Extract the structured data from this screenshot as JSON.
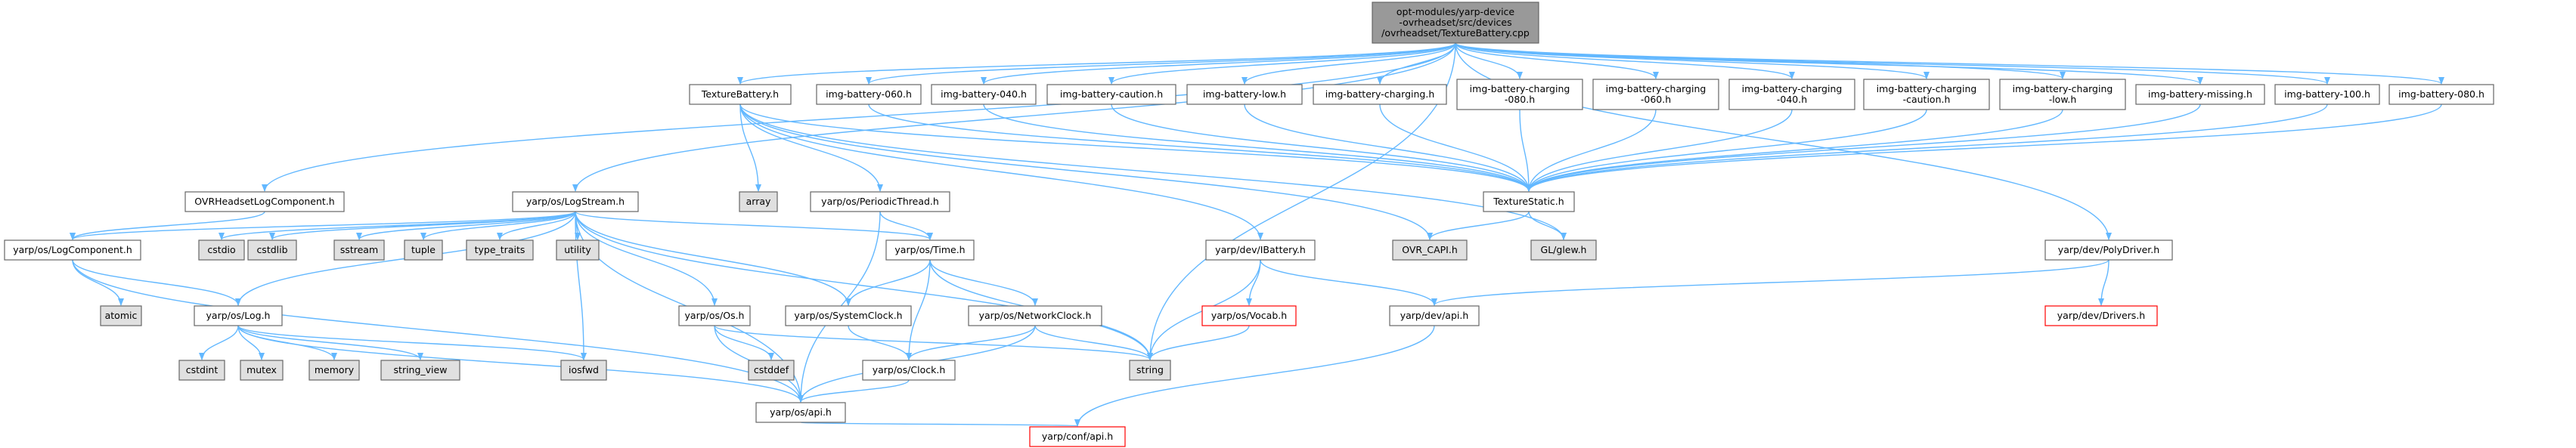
{
  "colors": {
    "edge": "#63b8ff",
    "node_border": "#666666",
    "root_fill": "#999999",
    "system_fill": "#e0e0e0",
    "missing_border": "#ff0000",
    "default_fill": "#ffffff"
  },
  "nodes": [
    {
      "id": "root",
      "lines": [
        "opt-modules/yarp-device",
        "-ovrheadset/src/devices",
        "/ovrheadset/TextureBattery.cpp"
      ],
      "kind": "root"
    },
    {
      "id": "ovrlog",
      "lines": [
        "OVRHeadsetLogComponent.h"
      ],
      "kind": "local"
    },
    {
      "id": "logstream",
      "lines": [
        "yarp/os/LogStream.h"
      ],
      "kind": "local"
    },
    {
      "id": "texbattery",
      "lines": [
        "TextureBattery.h"
      ],
      "kind": "local"
    },
    {
      "id": "img060",
      "lines": [
        "img-battery-060.h"
      ],
      "kind": "local"
    },
    {
      "id": "img040",
      "lines": [
        "img-battery-040.h"
      ],
      "kind": "local"
    },
    {
      "id": "imgcaution",
      "lines": [
        "img-battery-caution.h"
      ],
      "kind": "local"
    },
    {
      "id": "imglow",
      "lines": [
        "img-battery-low.h"
      ],
      "kind": "local"
    },
    {
      "id": "imgcharging",
      "lines": [
        "img-battery-charging.h"
      ],
      "kind": "local"
    },
    {
      "id": "imgch080",
      "lines": [
        "img-battery-charging",
        "-080.h"
      ],
      "kind": "local"
    },
    {
      "id": "imgch060",
      "lines": [
        "img-battery-charging",
        "-060.h"
      ],
      "kind": "local"
    },
    {
      "id": "imgch040",
      "lines": [
        "img-battery-charging",
        "-040.h"
      ],
      "kind": "local"
    },
    {
      "id": "imgchcaution",
      "lines": [
        "img-battery-charging",
        "-caution.h"
      ],
      "kind": "local"
    },
    {
      "id": "imgchlow",
      "lines": [
        "img-battery-charging",
        "-low.h"
      ],
      "kind": "local"
    },
    {
      "id": "imgmissing",
      "lines": [
        "img-battery-missing.h"
      ],
      "kind": "local"
    },
    {
      "id": "img100",
      "lines": [
        "img-battery-100.h"
      ],
      "kind": "local"
    },
    {
      "id": "img080",
      "lines": [
        "img-battery-080.h"
      ],
      "kind": "local"
    },
    {
      "id": "texstatic",
      "lines": [
        "TextureStatic.h"
      ],
      "kind": "local"
    },
    {
      "id": "array",
      "lines": [
        "array"
      ],
      "kind": "system"
    },
    {
      "id": "periodic",
      "lines": [
        "yarp/os/PeriodicThread.h"
      ],
      "kind": "local"
    },
    {
      "id": "logcomp",
      "lines": [
        "yarp/os/LogComponent.h"
      ],
      "kind": "local"
    },
    {
      "id": "cstdio",
      "lines": [
        "cstdio"
      ],
      "kind": "system"
    },
    {
      "id": "cstdlib",
      "lines": [
        "cstdlib"
      ],
      "kind": "system"
    },
    {
      "id": "sstream",
      "lines": [
        "sstream"
      ],
      "kind": "system"
    },
    {
      "id": "tuple",
      "lines": [
        "tuple"
      ],
      "kind": "system"
    },
    {
      "id": "typetraits",
      "lines": [
        "type_traits"
      ],
      "kind": "system"
    },
    {
      "id": "utility",
      "lines": [
        "utility"
      ],
      "kind": "system"
    },
    {
      "id": "ovrcapi",
      "lines": [
        "OVR_CAPI.h"
      ],
      "kind": "system"
    },
    {
      "id": "glew",
      "lines": [
        "GL/glew.h"
      ],
      "kind": "system"
    },
    {
      "id": "ibattery",
      "lines": [
        "yarp/dev/IBattery.h"
      ],
      "kind": "local"
    },
    {
      "id": "polydriver",
      "lines": [
        "yarp/dev/PolyDriver.h"
      ],
      "kind": "local"
    },
    {
      "id": "ostime",
      "lines": [
        "yarp/os/Time.h"
      ],
      "kind": "local"
    },
    {
      "id": "atomic",
      "lines": [
        "atomic"
      ],
      "kind": "system"
    },
    {
      "id": "oslog",
      "lines": [
        "yarp/os/Log.h"
      ],
      "kind": "local"
    },
    {
      "id": "osos",
      "lines": [
        "yarp/os/Os.h"
      ],
      "kind": "local"
    },
    {
      "id": "sysclock",
      "lines": [
        "yarp/os/SystemClock.h"
      ],
      "kind": "local"
    },
    {
      "id": "netclock",
      "lines": [
        "yarp/os/NetworkClock.h"
      ],
      "kind": "local"
    },
    {
      "id": "vocab",
      "lines": [
        "yarp/os/Vocab.h"
      ],
      "kind": "missing"
    },
    {
      "id": "devapi",
      "lines": [
        "yarp/dev/api.h"
      ],
      "kind": "local"
    },
    {
      "id": "drivers",
      "lines": [
        "yarp/dev/Drivers.h"
      ],
      "kind": "missing"
    },
    {
      "id": "cstdint",
      "lines": [
        "cstdint"
      ],
      "kind": "system"
    },
    {
      "id": "mutex",
      "lines": [
        "mutex"
      ],
      "kind": "system"
    },
    {
      "id": "memory",
      "lines": [
        "memory"
      ],
      "kind": "system"
    },
    {
      "id": "stringview",
      "lines": [
        "string_view"
      ],
      "kind": "system"
    },
    {
      "id": "iosfwd",
      "lines": [
        "iosfwd"
      ],
      "kind": "system"
    },
    {
      "id": "cstddef",
      "lines": [
        "cstddef"
      ],
      "kind": "system"
    },
    {
      "id": "string",
      "lines": [
        "string"
      ],
      "kind": "system"
    },
    {
      "id": "osclock",
      "lines": [
        "yarp/os/Clock.h"
      ],
      "kind": "local"
    },
    {
      "id": "osapi",
      "lines": [
        "yarp/os/api.h"
      ],
      "kind": "local"
    },
    {
      "id": "confapi",
      "lines": [
        "yarp/conf/api.h"
      ],
      "kind": "missing"
    }
  ],
  "edges": [
    [
      "root",
      "ovrlog"
    ],
    [
      "root",
      "logstream"
    ],
    [
      "root",
      "texbattery"
    ],
    [
      "root",
      "img060"
    ],
    [
      "root",
      "img040"
    ],
    [
      "root",
      "imgcaution"
    ],
    [
      "root",
      "imglow"
    ],
    [
      "root",
      "imgcharging"
    ],
    [
      "root",
      "imgch080"
    ],
    [
      "root",
      "imgch060"
    ],
    [
      "root",
      "imgch040"
    ],
    [
      "root",
      "imgchcaution"
    ],
    [
      "root",
      "imgchlow"
    ],
    [
      "root",
      "imgmissing"
    ],
    [
      "root",
      "img100"
    ],
    [
      "root",
      "img080"
    ],
    [
      "root",
      "polydriver"
    ],
    [
      "root",
      "string"
    ],
    [
      "ovrlog",
      "logcomp"
    ],
    [
      "logstream",
      "logcomp"
    ],
    [
      "logstream",
      "cstdio"
    ],
    [
      "logstream",
      "cstdlib"
    ],
    [
      "logstream",
      "sstream"
    ],
    [
      "logstream",
      "tuple"
    ],
    [
      "logstream",
      "typetraits"
    ],
    [
      "logstream",
      "utility"
    ],
    [
      "logstream",
      "oslog"
    ],
    [
      "logstream",
      "osos"
    ],
    [
      "logstream",
      "sysclock"
    ],
    [
      "logstream",
      "ostime"
    ],
    [
      "logstream",
      "iosfwd"
    ],
    [
      "logstream",
      "osapi"
    ],
    [
      "logstream",
      "string"
    ],
    [
      "texbattery",
      "array"
    ],
    [
      "texbattery",
      "periodic"
    ],
    [
      "texbattery",
      "ibattery"
    ],
    [
      "texbattery",
      "texstatic"
    ],
    [
      "texbattery",
      "ovrcapi"
    ],
    [
      "texbattery",
      "glew"
    ],
    [
      "img060",
      "texstatic"
    ],
    [
      "img040",
      "texstatic"
    ],
    [
      "imgcaution",
      "texstatic"
    ],
    [
      "imglow",
      "texstatic"
    ],
    [
      "imgcharging",
      "texstatic"
    ],
    [
      "imgch080",
      "texstatic"
    ],
    [
      "imgch060",
      "texstatic"
    ],
    [
      "imgch040",
      "texstatic"
    ],
    [
      "imgchcaution",
      "texstatic"
    ],
    [
      "imgchlow",
      "texstatic"
    ],
    [
      "imgmissing",
      "texstatic"
    ],
    [
      "img100",
      "texstatic"
    ],
    [
      "img080",
      "texstatic"
    ],
    [
      "texstatic",
      "ovrcapi"
    ],
    [
      "texstatic",
      "glew"
    ],
    [
      "periodic",
      "ostime"
    ],
    [
      "periodic",
      "osapi"
    ],
    [
      "logcomp",
      "atomic"
    ],
    [
      "logcomp",
      "oslog"
    ],
    [
      "logcomp",
      "osapi"
    ],
    [
      "oslog",
      "cstdint"
    ],
    [
      "oslog",
      "mutex"
    ],
    [
      "oslog",
      "memory"
    ],
    [
      "oslog",
      "stringview"
    ],
    [
      "oslog",
      "iosfwd"
    ],
    [
      "oslog",
      "osapi"
    ],
    [
      "osos",
      "cstddef"
    ],
    [
      "osos",
      "string"
    ],
    [
      "osos",
      "osapi"
    ],
    [
      "ostime",
      "sysclock"
    ],
    [
      "ostime",
      "netclock"
    ],
    [
      "ostime",
      "osclock"
    ],
    [
      "ostime",
      "string"
    ],
    [
      "sysclock",
      "osclock"
    ],
    [
      "netclock",
      "osclock"
    ],
    [
      "netclock",
      "string"
    ],
    [
      "netclock",
      "osapi"
    ],
    [
      "osclock",
      "osapi"
    ],
    [
      "ibattery",
      "vocab"
    ],
    [
      "ibattery",
      "devapi"
    ],
    [
      "ibattery",
      "string"
    ],
    [
      "vocab",
      "string"
    ],
    [
      "polydriver",
      "devapi"
    ],
    [
      "polydriver",
      "drivers"
    ],
    [
      "devapi",
      "confapi"
    ],
    [
      "osapi",
      "confapi"
    ]
  ]
}
